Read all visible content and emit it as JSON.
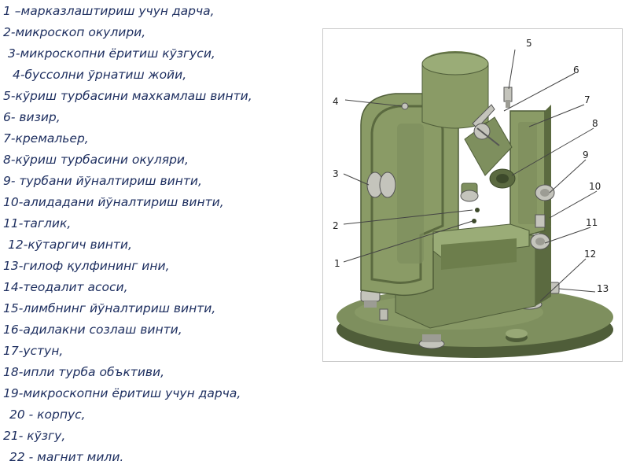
{
  "legend": [
    "1 –марказлаштириш учун дарча,",
    "2-микроскоп окулири,",
    "3-микроскопни ёритиш кўзгуси,",
    "4-буссолни ўрнатиш жойи,",
    "5-кўриш турбасини махкамлаш винти,",
    "6- визир,",
    "7-кремальер,",
    "8-кўриш турбасини окуляри,",
    "9- турбани йўналтириш винти,",
    "10-алидадани йўналтириш винти,",
    "11-таглик,",
    "12-кўтаргич винти,",
    "13-гилоф қулфининг ини,",
    "14-теодалит асоси,",
    "15-лимбнинг йўналтириш винти,",
    "16-адилакни созлаш винти,",
    "17-устун,",
    "18-ипли турба объктиви,",
    "19-микроскопни ёритиш учун дарча,",
    "20 - корпус,",
    "21- кўзгу,",
    "22 - магнит мили."
  ],
  "figure_labels": [
    "1",
    "2",
    "3",
    "4",
    "5",
    "6",
    "7",
    "8",
    "9",
    "10",
    "11",
    "12",
    "13"
  ],
  "colors": {
    "legend_text": "#1e2f60",
    "body": "#7e8f5e",
    "body_light": "#9aac77",
    "body_dark": "#4f5d39",
    "metal": "#c4c4bc",
    "leader": "#444444"
  }
}
